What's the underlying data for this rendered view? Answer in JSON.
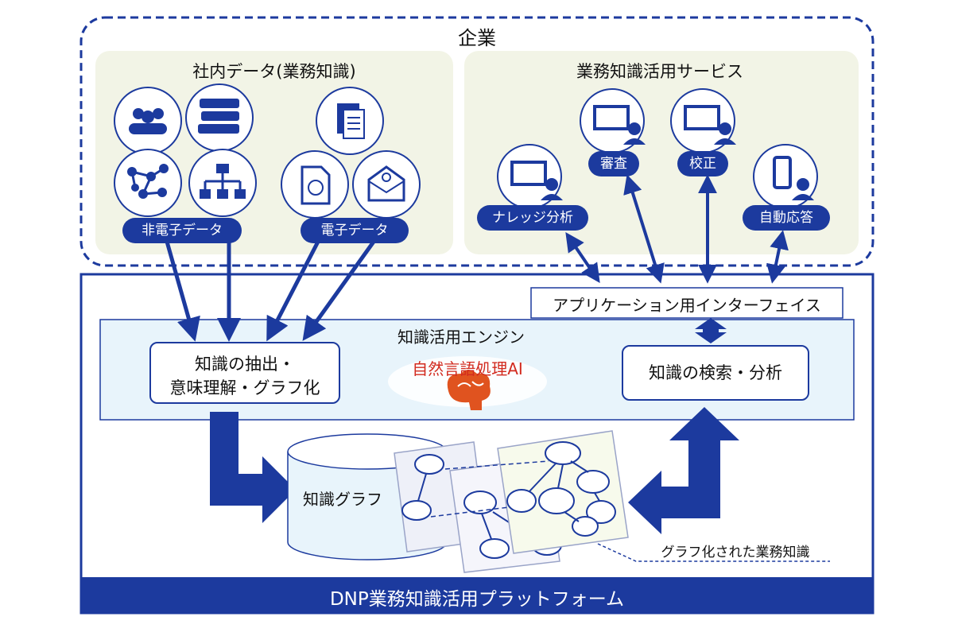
{
  "enterprise": {
    "title": "企業",
    "internal_data": {
      "title": "社内データ(業務知識)",
      "non_electronic_label": "非電子データ",
      "electronic_label": "電子データ",
      "icons": [
        "people-icon",
        "books-icon",
        "network-icon",
        "org-chart-icon",
        "documents-icon",
        "web-document-icon",
        "email-icon"
      ]
    },
    "services": {
      "title": "業務知識活用サービス",
      "items": [
        "ナレッジ分析",
        "審査",
        "校正",
        "自動応答"
      ]
    }
  },
  "platform": {
    "api_label": "アプリケーション用インターフェイス",
    "engine_title": "知識活用エンジン",
    "extract_box": {
      "line1": "知識の抽出・",
      "line2": "意味理解・グラフ化"
    },
    "ai_label": "自然言語処理AI",
    "search_box": "知識の検索・分析",
    "graph_db_label": "知識グラフ",
    "graph_note": "グラフ化された業務知識",
    "footer": "DNP業務知識活用プラットフォーム"
  },
  "colors": {
    "primary": "#1c3a9e",
    "panel": "#f2f4e6",
    "engine": "#e8f4fb",
    "ai_text": "#d22a1e",
    "brain": "#e0531f"
  }
}
